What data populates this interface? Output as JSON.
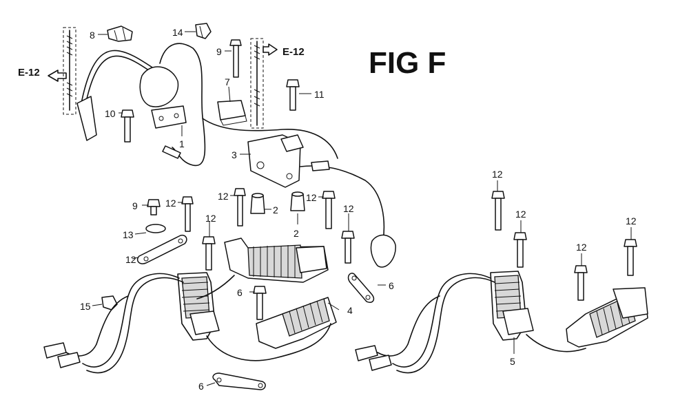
{
  "diagram": {
    "title": "FIG F",
    "cross_refs": [
      {
        "id": "e12-left",
        "label": "E-12"
      },
      {
        "id": "e12-top",
        "label": "E-12"
      }
    ],
    "callouts": [
      {
        "id": "c8",
        "label": "8"
      },
      {
        "id": "c14",
        "label": "14"
      },
      {
        "id": "c9a",
        "label": "9"
      },
      {
        "id": "c7",
        "label": "7"
      },
      {
        "id": "c11",
        "label": "11"
      },
      {
        "id": "c10",
        "label": "10"
      },
      {
        "id": "c1",
        "label": "1"
      },
      {
        "id": "c3",
        "label": "3"
      },
      {
        "id": "c12a",
        "label": "12"
      },
      {
        "id": "c2a",
        "label": "2"
      },
      {
        "id": "c12b",
        "label": "12"
      },
      {
        "id": "c2b",
        "label": "2"
      },
      {
        "id": "c9b",
        "label": "9"
      },
      {
        "id": "c12c",
        "label": "12"
      },
      {
        "id": "c12d",
        "label": "12"
      },
      {
        "id": "c12e",
        "label": "12"
      },
      {
        "id": "c13",
        "label": "13"
      },
      {
        "id": "c6a",
        "label": "6"
      },
      {
        "id": "c12f",
        "label": "12"
      },
      {
        "id": "c6b",
        "label": "6"
      },
      {
        "id": "c15",
        "label": "15"
      },
      {
        "id": "c4",
        "label": "4"
      },
      {
        "id": "c6c",
        "label": "6"
      },
      {
        "id": "c12g",
        "label": "12"
      },
      {
        "id": "c12h",
        "label": "12"
      },
      {
        "id": "c12i",
        "label": "12"
      },
      {
        "id": "c12j",
        "label": "12"
      },
      {
        "id": "c5",
        "label": "5"
      }
    ]
  }
}
